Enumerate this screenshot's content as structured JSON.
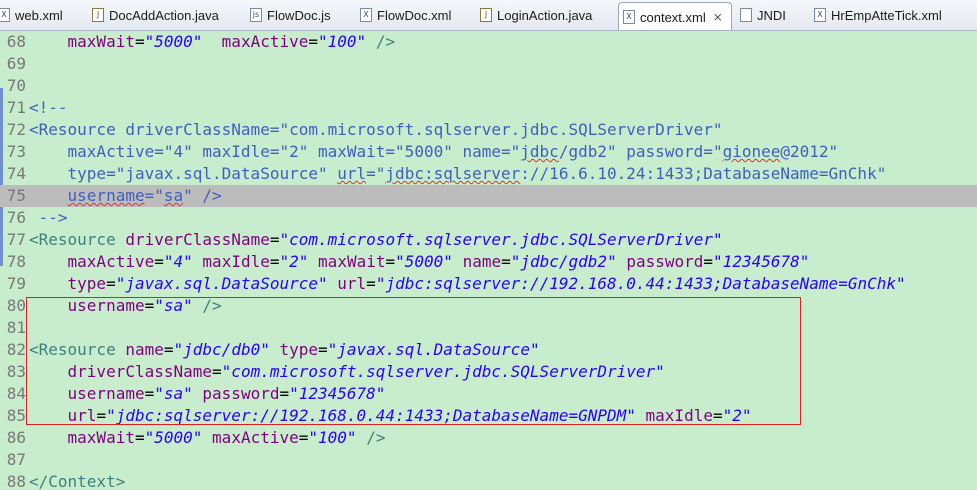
{
  "tabs": [
    {
      "label": "web.xml",
      "icon": "xml-file-icon",
      "active": false
    },
    {
      "label": "DocAddAction.java",
      "icon": "java-file-icon",
      "active": false
    },
    {
      "label": "FlowDoc.js",
      "icon": "js-file-icon",
      "active": false
    },
    {
      "label": "FlowDoc.xml",
      "icon": "xml-file-icon",
      "active": false
    },
    {
      "label": "LoginAction.java",
      "icon": "java-file-icon",
      "active": false
    },
    {
      "label": "context.xml",
      "icon": "xml-file-icon",
      "active": true,
      "close": "⨯"
    },
    {
      "label": "JNDI",
      "icon": "file-icon",
      "active": false
    },
    {
      "label": "HrEmpAtteTick.xml",
      "icon": "xml-file-icon",
      "active": false
    }
  ],
  "lines": [
    {
      "num": "68",
      "parts": [
        [
          "plain",
          "    "
        ],
        [
          "attr",
          "maxWait"
        ],
        [
          "plain",
          "="
        ],
        [
          "valI",
          "\"5000\""
        ],
        [
          "plain",
          "  "
        ],
        [
          "attr",
          "maxActive"
        ],
        [
          "plain",
          "="
        ],
        [
          "valI",
          "\"100\""
        ],
        [
          "plain",
          " "
        ],
        [
          "tag",
          "/>"
        ]
      ]
    },
    {
      "num": "69",
      "parts": []
    },
    {
      "num": "70",
      "parts": []
    },
    {
      "num": "71",
      "parts": [
        [
          "cmt",
          "<!--"
        ]
      ]
    },
    {
      "num": "72",
      "parts": [
        [
          "cmt",
          "<Resource driverClassName=\"com.microsoft.sqlserver.jdbc.SQLServerDriver\""
        ]
      ]
    },
    {
      "num": "73",
      "parts": [
        [
          "cmt",
          "    maxActive=\"4\" maxIdle=\"2\" maxWait=\"5000\" name=\""
        ],
        [
          "cmtsq",
          "jdbc"
        ],
        [
          "cmt",
          "/gdb2\" password=\""
        ],
        [
          "cmtsq",
          "gionee"
        ],
        [
          "cmt",
          "@2012\""
        ]
      ]
    },
    {
      "num": "74",
      "parts": [
        [
          "cmt",
          "    type=\"javax.sql.DataSource\" "
        ],
        [
          "cmtsq",
          "url"
        ],
        [
          "cmt",
          "=\""
        ],
        [
          "cmtsq",
          "jdbc:sqlserver"
        ],
        [
          "cmt",
          "://16.6.10.24:1433;DatabaseName=GnChk\""
        ]
      ]
    },
    {
      "num": "75",
      "hl": true,
      "parts": [
        [
          "cmt",
          "    "
        ],
        [
          "cmtsq",
          "username"
        ],
        [
          "cmt",
          "=\""
        ],
        [
          "cmtsq",
          "sa"
        ],
        [
          "cmt",
          "\" />"
        ]
      ]
    },
    {
      "num": "76",
      "parts": [
        [
          "cmt",
          " -->"
        ]
      ]
    },
    {
      "num": "77",
      "parts": [
        [
          "tag",
          "<Resource"
        ],
        [
          "plain",
          " "
        ],
        [
          "attr",
          "driverClassName"
        ],
        [
          "plain",
          "="
        ],
        [
          "valI",
          "\"com.microsoft.sqlserver.jdbc.SQLServerDriver\""
        ]
      ]
    },
    {
      "num": "78",
      "parts": [
        [
          "plain",
          "    "
        ],
        [
          "attr",
          "maxActive"
        ],
        [
          "plain",
          "="
        ],
        [
          "valI",
          "\"4\""
        ],
        [
          "plain",
          " "
        ],
        [
          "attr",
          "maxIdle"
        ],
        [
          "plain",
          "="
        ],
        [
          "valI",
          "\"2\""
        ],
        [
          "plain",
          " "
        ],
        [
          "attr",
          "maxWait"
        ],
        [
          "plain",
          "="
        ],
        [
          "valI",
          "\"5000\""
        ],
        [
          "plain",
          " "
        ],
        [
          "attr",
          "name"
        ],
        [
          "plain",
          "="
        ],
        [
          "valI",
          "\"jdbc/gdb2\""
        ],
        [
          "plain",
          " "
        ],
        [
          "attr",
          "password"
        ],
        [
          "plain",
          "="
        ],
        [
          "valI",
          "\"12345678\""
        ]
      ]
    },
    {
      "num": "79",
      "parts": [
        [
          "plain",
          "    "
        ],
        [
          "attr",
          "type"
        ],
        [
          "plain",
          "="
        ],
        [
          "valI",
          "\"javax.sql.DataSource\""
        ],
        [
          "plain",
          " "
        ],
        [
          "attr",
          "url"
        ],
        [
          "plain",
          "="
        ],
        [
          "valI",
          "\"jdbc:sqlserver://192.168.0.44:1433;DatabaseName=GnChk\""
        ]
      ]
    },
    {
      "num": "80",
      "parts": [
        [
          "plain",
          "    "
        ],
        [
          "attr",
          "username"
        ],
        [
          "plain",
          "="
        ],
        [
          "valI",
          "\"sa\""
        ],
        [
          "plain",
          " "
        ],
        [
          "tag",
          "/>"
        ]
      ]
    },
    {
      "num": "81",
      "parts": []
    },
    {
      "num": "82",
      "parts": [
        [
          "tag",
          "<Resource"
        ],
        [
          "plain",
          " "
        ],
        [
          "attr",
          "name"
        ],
        [
          "plain",
          "="
        ],
        [
          "valI",
          "\"jdbc/db0\""
        ],
        [
          "plain",
          " "
        ],
        [
          "attr",
          "type"
        ],
        [
          "plain",
          "="
        ],
        [
          "valI",
          "\"javax.sql.DataSource\""
        ]
      ]
    },
    {
      "num": "83",
      "parts": [
        [
          "plain",
          "    "
        ],
        [
          "attr",
          "driverClassName"
        ],
        [
          "plain",
          "="
        ],
        [
          "valI",
          "\"com.microsoft.sqlserver.jdbc.SQLServerDriver\""
        ]
      ]
    },
    {
      "num": "84",
      "parts": [
        [
          "plain",
          "    "
        ],
        [
          "attr",
          "username"
        ],
        [
          "plain",
          "="
        ],
        [
          "valI",
          "\"sa\""
        ],
        [
          "plain",
          " "
        ],
        [
          "attr",
          "password"
        ],
        [
          "plain",
          "="
        ],
        [
          "valI",
          "\"12345678\""
        ]
      ]
    },
    {
      "num": "85",
      "parts": [
        [
          "plain",
          "    "
        ],
        [
          "attr",
          "url"
        ],
        [
          "plain",
          "="
        ],
        [
          "valI",
          "\"jdbc:sqlserver://192.168.0.44:1433;DatabaseName=GNPDM\""
        ],
        [
          "plain",
          " "
        ],
        [
          "attr",
          "maxIdle"
        ],
        [
          "plain",
          "="
        ],
        [
          "valI",
          "\"2\""
        ]
      ]
    },
    {
      "num": "86",
      "parts": [
        [
          "plain",
          "    "
        ],
        [
          "attr",
          "maxWait"
        ],
        [
          "plain",
          "="
        ],
        [
          "valI",
          "\"5000\""
        ],
        [
          "plain",
          " "
        ],
        [
          "attr",
          "maxActive"
        ],
        [
          "plain",
          "="
        ],
        [
          "valI",
          "\"100\""
        ],
        [
          "plain",
          " "
        ],
        [
          "tag",
          "/>"
        ]
      ]
    },
    {
      "num": "87",
      "parts": []
    },
    {
      "num": "88",
      "parts": [
        [
          "tag",
          "</Context>"
        ]
      ]
    }
  ]
}
